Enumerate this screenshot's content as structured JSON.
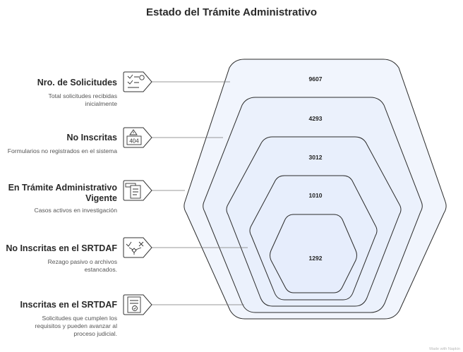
{
  "title": "Estado del Trámite Administrativo",
  "items": [
    {
      "title": "Nro. de Solicitudes",
      "description": "Total solicitudes recibidas inicialmente",
      "value": "9607",
      "icon": "checklist-icon"
    },
    {
      "title": "No Inscritas",
      "description": "Formularios no registrados en el sistema",
      "value": "4293",
      "icon": "error-404-icon"
    },
    {
      "title": "En Trámite Administrativo Vigente",
      "description": "Casos activos en investigación",
      "value": "3012",
      "icon": "document-list-icon"
    },
    {
      "title": "No Inscritas en el SRTDAF",
      "description": "Rezago pasivo o archivos estancados.",
      "value": "1010",
      "icon": "check-cross-flow-icon"
    },
    {
      "title": "Inscritas en el SRTDAF",
      "description": "Solicitudes que cumplen los requisitos y pueden avanzar al proceso judicial.",
      "value": "1292",
      "icon": "approved-document-icon"
    }
  ],
  "footer": "Made with Napkin",
  "colors": {
    "fill": "#e6edfb",
    "stroke": "#2a2a2a",
    "icon": "#333333"
  }
}
